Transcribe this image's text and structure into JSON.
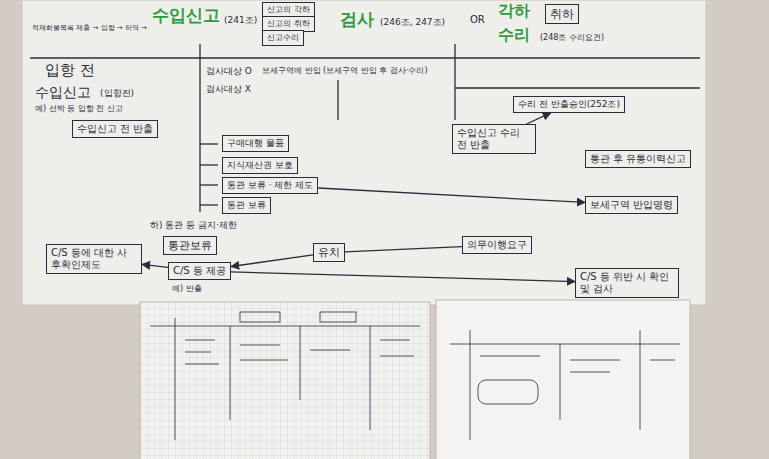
{
  "diagram": {
    "nodes": [
      {
        "text": [
          "수입신고 전 반출"
        ]
      },
      {
        "text": [
          "신고의 각하"
        ]
      },
      {
        "text": [
          "신고의 취하"
        ]
      },
      {
        "text": [
          "신고수리"
        ]
      },
      {
        "text": [
          "취하"
        ]
      },
      {
        "text": [
          "구매대행 물품"
        ]
      },
      {
        "text": [
          "지식재산권 보호"
        ]
      },
      {
        "text": [
          "통관 보류 · 제한 제도"
        ]
      },
      {
        "text": [
          "통관 보류"
        ]
      },
      {
        "text": [
          "수입신고 수리 전 반출"
        ]
      },
      {
        "text": [
          "수리 전 반출승인(252조)"
        ]
      },
      {
        "text": [
          "통관 후 유통이력신고"
        ]
      },
      {
        "text": [
          "보세구역 반입명령"
        ]
      },
      {
        "text": [
          "의무이행요구"
        ]
      },
      {
        "text": [
          "통관보류"
        ]
      },
      {
        "text": [
          "유치"
        ]
      },
      {
        "text": [
          "C/S 등 제공"
        ]
      },
      {
        "text": [
          "C/S 등에 대한 사후확인제도"
        ]
      },
      {
        "text": [
          "C/S 등 위반 시 확인 및 검사"
        ]
      }
    ],
    "edges": [
      {
        "from": 16,
        "to": 17,
        "arrow": "to"
      },
      {
        "from": 15,
        "to": 16,
        "arrow": "to"
      },
      {
        "from": 16,
        "to": 18,
        "arrow": "to"
      },
      {
        "from": 13,
        "to": 15,
        "arrow": "none"
      },
      {
        "from": 7,
        "to": 12,
        "arrow": "to"
      },
      {
        "from": 9,
        "to": 10,
        "arrow": "to"
      }
    ],
    "labels": [
      "적재화물목록 제출 → 입항 → 하역 →",
      "수입신고",
      "(241조)",
      "검사",
      "(246조, 247조)",
      "OR",
      "각하",
      "수리",
      "(248조 수리요건)",
      "입항 전",
      "수입신고",
      "(입항전)",
      "예) 선박 등 입항 전 신고",
      "검사대상 O",
      "검사대상 X",
      "보세구역에 반입 (보세구역 반입 후 검사·수리)",
      "하) 통관 등 금지·제한",
      "예) 반출"
    ]
  }
}
